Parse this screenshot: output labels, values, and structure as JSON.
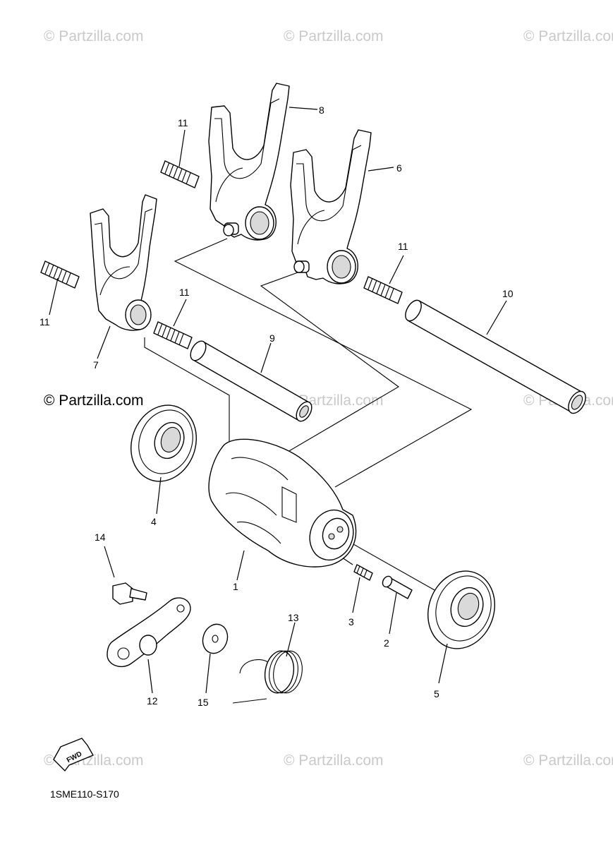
{
  "watermarks": {
    "faint": "© Partzilla.com",
    "main": "© Partzilla.com"
  },
  "callouts": [
    "1",
    "2",
    "3",
    "4",
    "5",
    "6",
    "7",
    "8",
    "9",
    "10",
    "11",
    "11",
    "11",
    "11",
    "12",
    "13",
    "14",
    "15"
  ],
  "fwd_label": "FWD",
  "diagram_code": "1SME110-S170",
  "colors": {
    "line": "#000000",
    "watermark": "#c9c9c9",
    "background": "#ffffff"
  }
}
